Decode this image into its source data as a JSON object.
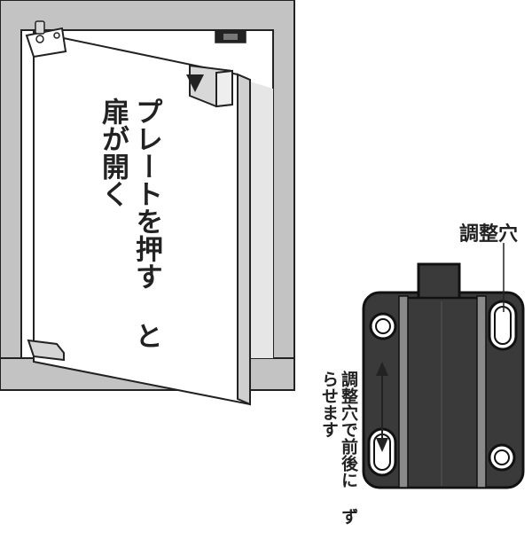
{
  "illustration": {
    "door_caption_line1": "プレートを押す",
    "door_caption_line2": "と扉が開く"
  },
  "latch_detail": {
    "hole_label": "調整穴",
    "slot_caption_line1": "調整穴で前後に",
    "slot_caption_line2": "ずらせます"
  },
  "colors": {
    "cabinet_fill": "#c3c3c3",
    "frame_fill": "#ffffff",
    "door_fill": "#ffffff",
    "door_edge": "#cfcfcf",
    "latch_body": "#3a3a3a",
    "outline": "#222222"
  }
}
